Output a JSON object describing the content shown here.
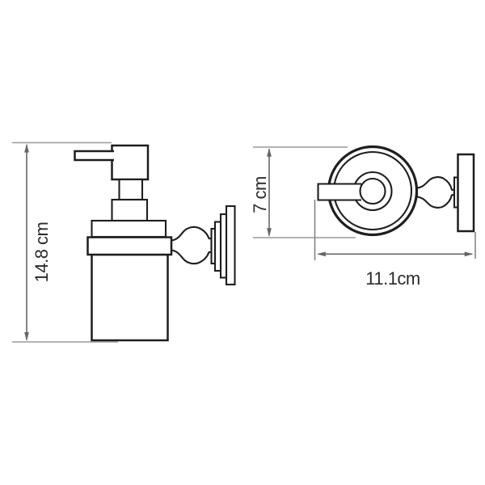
{
  "page": {
    "background": "#ffffff"
  },
  "drawing": {
    "kind": "technical-dimension-drawing",
    "subject": "wall-mounted soap dispenser, side view and top view",
    "colors": {
      "background": "#ffffff",
      "outline": "#1e1e1e",
      "dimension_line": "#666666",
      "extension_line": "#9a9a9a",
      "label_text": "#2b2b2b"
    }
  },
  "dimensions": {
    "height": "14.8 cm",
    "diameter": "7 cm",
    "width": "11.1cm"
  }
}
